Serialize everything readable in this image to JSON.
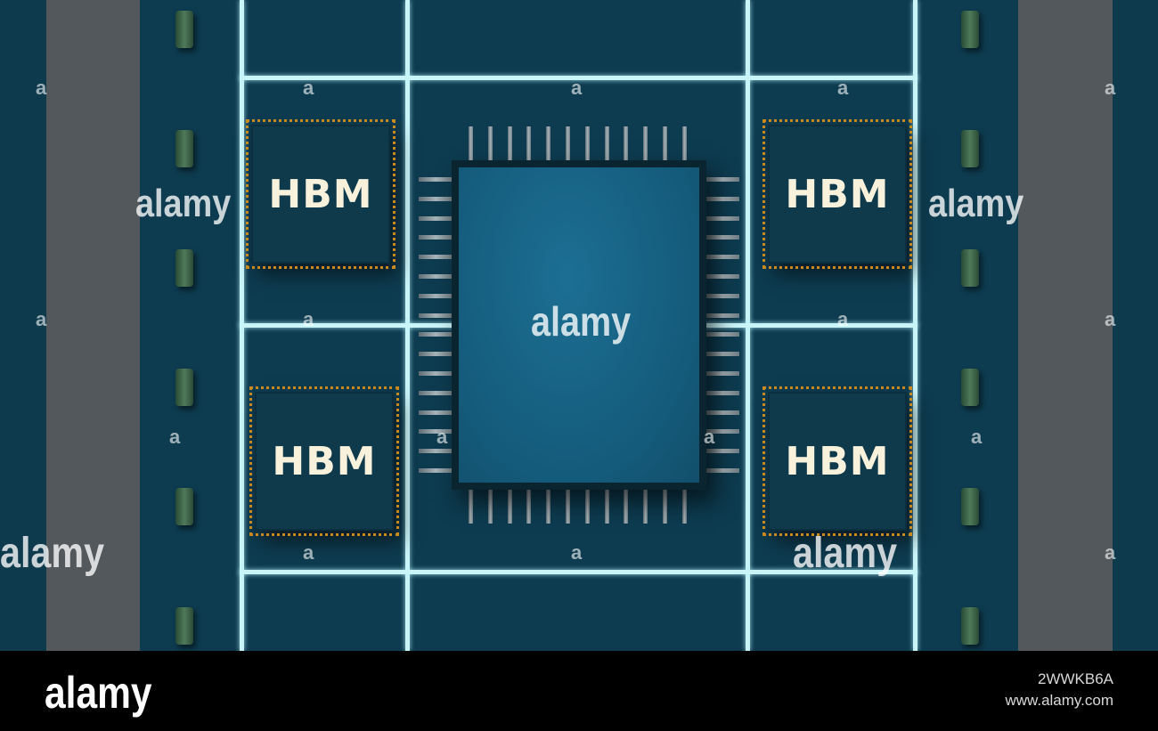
{
  "image": {
    "chips": [
      {
        "label": "HBM"
      },
      {
        "label": "HBM"
      },
      {
        "label": "HBM"
      },
      {
        "label": "HBM"
      }
    ],
    "colors": {
      "board": "#0d3b4f",
      "trace_glow": "#c9f4f8",
      "hbm_package": "#0f3a4c",
      "hbm_pad": "#c88a1c",
      "cpu_die": "#1a6689",
      "side_rail": "#53585c",
      "capacitor": "#4f7a5a"
    }
  },
  "watermark": {
    "text": "alamy",
    "mark": "a"
  },
  "footer": {
    "logo": "alamy",
    "image_id": "2WWKB6A",
    "site": "www.alamy.com"
  }
}
